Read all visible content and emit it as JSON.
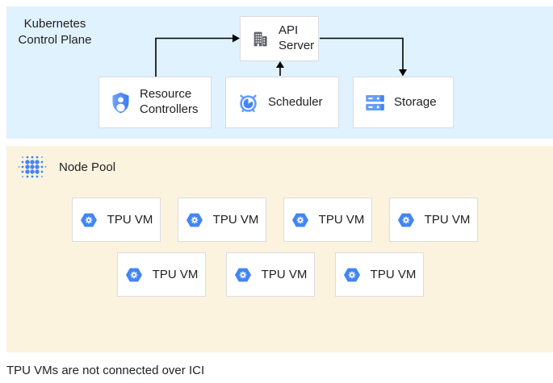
{
  "colors": {
    "control_plane_bg": "#e0f2fd",
    "node_pool_bg": "#fcf3df",
    "box_border": "#dadce0",
    "box_bg": "#ffffff",
    "arrow": "#000000",
    "google_blue": "#4285f4",
    "light_blue": "#669df6",
    "icon_gray": "#5f6368",
    "text": "#202124"
  },
  "control_plane": {
    "label": "Kubernetes\nControl Plane",
    "nodes": {
      "api_server": {
        "label": "API Server",
        "icon": "building-icon"
      },
      "resource_controllers": {
        "label": "Resource Controllers",
        "icon": "shield-person-icon"
      },
      "scheduler": {
        "label": "Scheduler",
        "icon": "alarm-clock-icon"
      },
      "storage": {
        "label": "Storage",
        "icon": "server-stack-icon"
      }
    },
    "edges": [
      {
        "from": "resource_controllers",
        "to": "api_server"
      },
      {
        "from": "scheduler",
        "to": "api_server"
      },
      {
        "from": "api_server",
        "to": "storage"
      }
    ]
  },
  "node_pool": {
    "label": "Node Pool",
    "icon": "dot-grid-icon",
    "vms": [
      {
        "label": "TPU VM",
        "icon": "tpu-hexagon-icon"
      },
      {
        "label": "TPU VM",
        "icon": "tpu-hexagon-icon"
      },
      {
        "label": "TPU VM",
        "icon": "tpu-hexagon-icon"
      },
      {
        "label": "TPU VM",
        "icon": "tpu-hexagon-icon"
      },
      {
        "label": "TPU VM",
        "icon": "tpu-hexagon-icon"
      },
      {
        "label": "TPU VM",
        "icon": "tpu-hexagon-icon"
      },
      {
        "label": "TPU VM",
        "icon": "tpu-hexagon-icon"
      }
    ]
  },
  "footnote": "TPU VMs are not connected over ICI"
}
